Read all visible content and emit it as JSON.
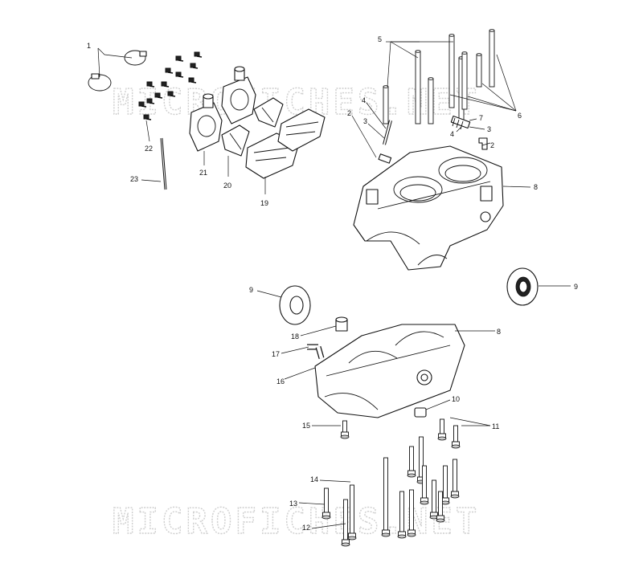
{
  "watermark": {
    "top": "MICROFICHES.NET",
    "bottom": "MICROFICHES.NET"
  },
  "callouts": [
    {
      "id": "1",
      "text": "1"
    },
    {
      "id": "2a",
      "text": "2"
    },
    {
      "id": "2b",
      "text": "2"
    },
    {
      "id": "3a",
      "text": "3"
    },
    {
      "id": "3b",
      "text": "3"
    },
    {
      "id": "4a",
      "text": "4"
    },
    {
      "id": "4b",
      "text": "4"
    },
    {
      "id": "5",
      "text": "5"
    },
    {
      "id": "6",
      "text": "6"
    },
    {
      "id": "7",
      "text": "7"
    },
    {
      "id": "8a",
      "text": "8"
    },
    {
      "id": "8b",
      "text": "8"
    },
    {
      "id": "9a",
      "text": "9"
    },
    {
      "id": "9b",
      "text": "9"
    },
    {
      "id": "10",
      "text": "10"
    },
    {
      "id": "11",
      "text": "11"
    },
    {
      "id": "12",
      "text": "12"
    },
    {
      "id": "13",
      "text": "13"
    },
    {
      "id": "14",
      "text": "14"
    },
    {
      "id": "15",
      "text": "15"
    },
    {
      "id": "16",
      "text": "16"
    },
    {
      "id": "17",
      "text": "17"
    },
    {
      "id": "18",
      "text": "18"
    },
    {
      "id": "19",
      "text": "19"
    },
    {
      "id": "20",
      "text": "20"
    },
    {
      "id": "21",
      "text": "21"
    },
    {
      "id": "22",
      "text": "22"
    },
    {
      "id": "23",
      "text": "23"
    }
  ]
}
